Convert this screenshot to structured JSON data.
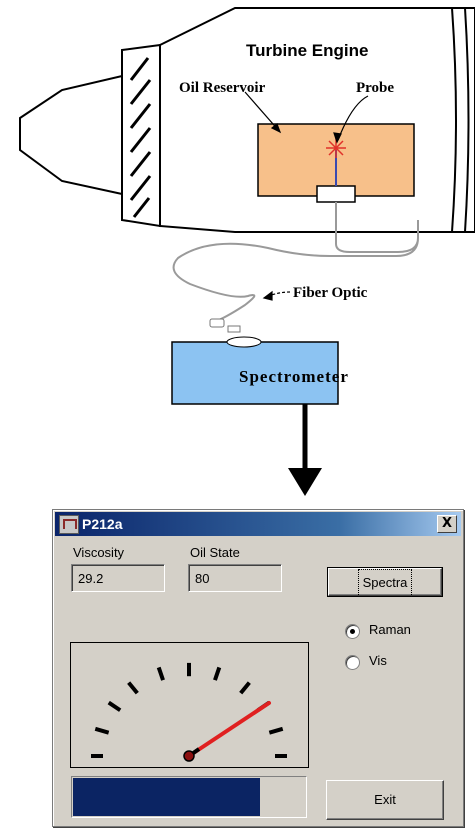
{
  "diagram": {
    "engine_label": "Turbine Engine",
    "reservoir_label": "Oil Reservoir",
    "probe_label": "Probe",
    "fiber_label": "Fiber Optic",
    "spectrometer_label": "Spectrometer",
    "colors": {
      "reservoir_fill": "#f7c08a",
      "spectrometer_fill": "#8cc3f2",
      "fiber": "#9a9a9a",
      "probe_star": "#e0312a"
    }
  },
  "window": {
    "title": "P212a",
    "close_label": "X",
    "viscosity_label": "Viscosity",
    "viscosity_value": "29.2",
    "oil_state_label": "Oil State",
    "oil_state_value": "80",
    "spectra_button": "Spectra",
    "radio_options": [
      {
        "label": "Raman",
        "checked": true
      },
      {
        "label": "Vis",
        "checked": false
      }
    ],
    "exit_button": "Exit",
    "gauge_needle_color": "#e02020",
    "progress_fraction": 0.805,
    "progress_color": "#0b2463"
  }
}
